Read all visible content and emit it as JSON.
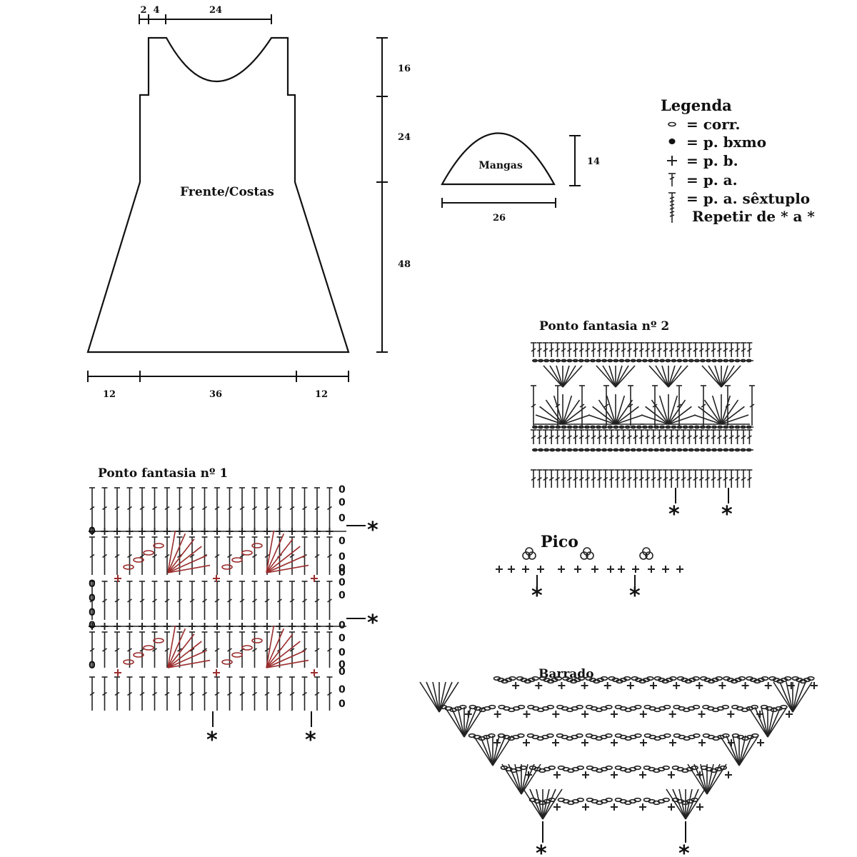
{
  "dress": {
    "label": "Frente/Costas",
    "dim_top": [
      "2",
      "4",
      "24"
    ],
    "dim_side": [
      "16",
      "24",
      "48"
    ],
    "dim_bottom": [
      "12",
      "36",
      "12"
    ]
  },
  "sleeve": {
    "label": "Mangas",
    "height": "14",
    "width": "26"
  },
  "legend": {
    "title": "Legenda",
    "items": [
      "= corr.",
      "= p. bxmo",
      "= p. b.",
      "= p. a.",
      "= p. a. sêxtuplo"
    ],
    "repeat": "Repetir de * a *",
    "icons": [
      "chain-oval-icon",
      "slip-stitch-dot-icon",
      "single-crochet-cross-icon",
      "double-crochet-icon",
      "sextuple-crochet-icon"
    ]
  },
  "pattern1": {
    "title": "Ponto fantasia nº 1",
    "row_marker": "0",
    "repeat_marker": "*"
  },
  "pattern2": {
    "title": "Ponto fantasia nº 2",
    "repeat_marker": "*"
  },
  "pico": {
    "title": "Pico",
    "repeat_marker": "*"
  },
  "barrado": {
    "title": "Barrado",
    "repeat_marker": "*"
  },
  "colors": {
    "ink": "#111111",
    "accent_red": "#9a2c2c"
  }
}
